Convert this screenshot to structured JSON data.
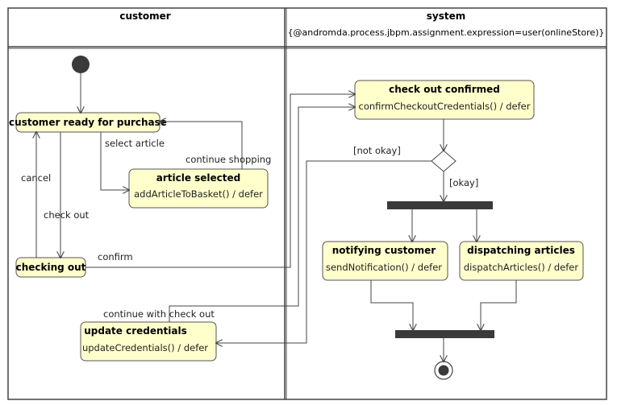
{
  "lanes": {
    "customer": {
      "title": "customer"
    },
    "system": {
      "title": "system",
      "subtitle": "{@andromda.process.jbpm.assignment.expression=user(onlineStore)}"
    }
  },
  "states": {
    "customer_ready": {
      "title": "customer ready for purchase",
      "action": ""
    },
    "article_selected": {
      "title": "article selected",
      "action": "addArticleToBasket() / defer"
    },
    "checking_out": {
      "title": "checking out",
      "action": ""
    },
    "update_credentials": {
      "title": "update credentials",
      "action": "updateCredentials() / defer"
    },
    "checkout_confirmed": {
      "title": "check out confirmed",
      "action": "confirmCheckoutCredentials() / defer"
    },
    "notifying_customer": {
      "title": "notifying customer",
      "action": "sendNotification() / defer"
    },
    "dispatching_articles": {
      "title": "dispatching articles",
      "action": "dispatchArticles() / defer"
    }
  },
  "labels": {
    "select_article": "select article",
    "continue_shopping": "continue shopping",
    "cancel": "cancel",
    "check_out": "check out",
    "confirm": "confirm",
    "continue_with_check_out": "continue with check out",
    "not_okay": "[not okay]",
    "okay": "[okay]"
  }
}
